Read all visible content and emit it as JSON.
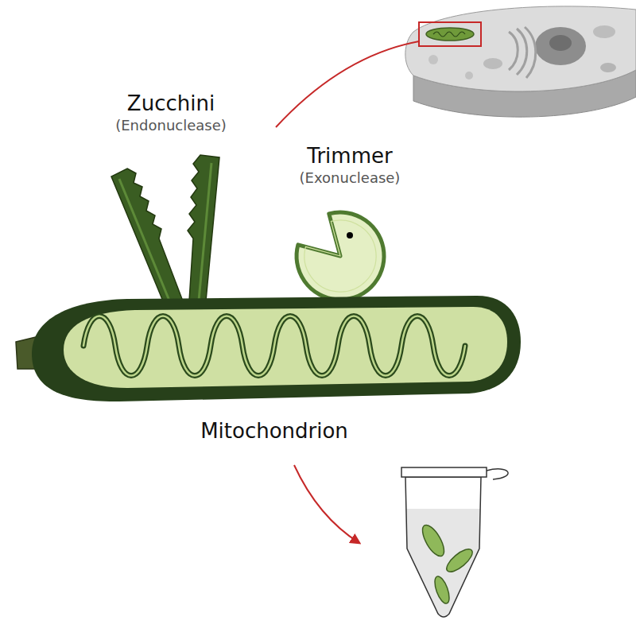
{
  "diagram": {
    "labels": [
      "Zucchini",
      "(Endonuclease)",
      "Trimmer",
      "(Exonuclease)",
      "Mitochondrion"
    ]
  }
}
